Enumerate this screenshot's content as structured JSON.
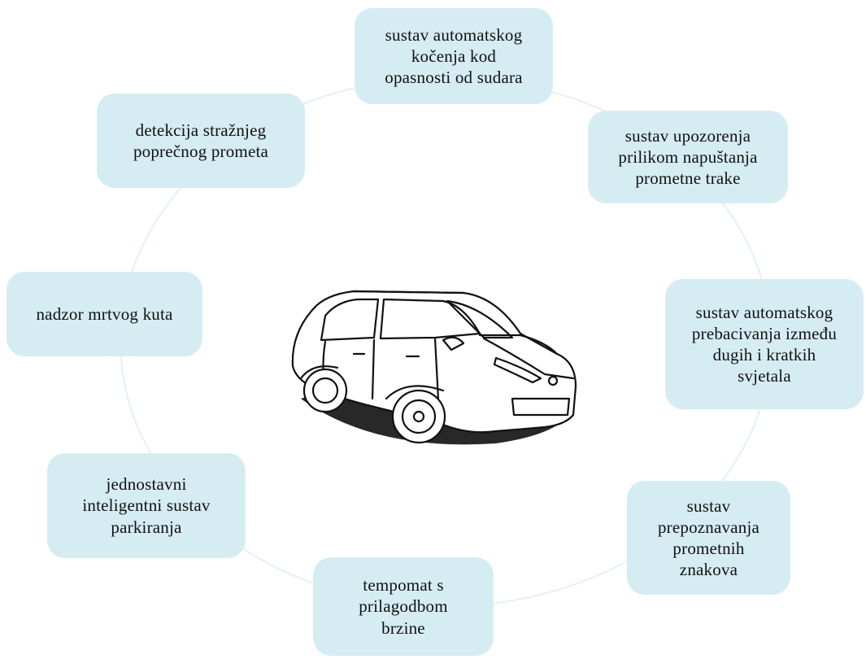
{
  "diagram": {
    "center": {
      "icon": "car-icon"
    },
    "colors": {
      "node_fill": "#d6ecf3",
      "ring": "#e3f1f6",
      "text": "#111111"
    },
    "nodes": [
      {
        "id": "n1",
        "label": "sustav automatskog\nkočenja kod\nopasnosti od sudara"
      },
      {
        "id": "n2",
        "label": "sustav upozorenja\nprilikom napuštanja\nprometne trake"
      },
      {
        "id": "n3",
        "label": "sustav automatskog\nprebacivanja između\ndugih i kratkih\nsvjetala"
      },
      {
        "id": "n4",
        "label": "sustav\nprepoznavanja\nprometnih\nznakova"
      },
      {
        "id": "n5",
        "label": "tempomat s\nprilagodbom\nbrzine"
      },
      {
        "id": "n6",
        "label": "jednostavni\ninteligentni sustav\nparkiranja"
      },
      {
        "id": "n7",
        "label": "nadzor mrtvog kuta"
      },
      {
        "id": "n8",
        "label": "detekcija stražnjeg\npoprečnog prometa"
      }
    ]
  }
}
